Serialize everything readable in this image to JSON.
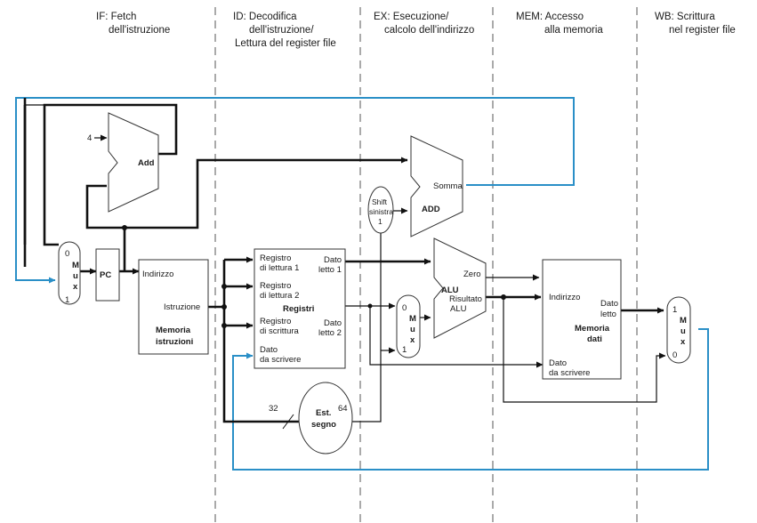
{
  "stages": {
    "if": {
      "line1": "IF: Fetch",
      "line2": "dell'istruzione",
      "line3": ""
    },
    "id": {
      "line1": "ID: Decodifica",
      "line2": "dell'istruzione/",
      "line3": "Lettura del register file"
    },
    "ex": {
      "line1": "EX: Esecuzione/",
      "line2": "calcolo dell'indirizzo",
      "line3": ""
    },
    "mem": {
      "line1": "MEM: Accesso",
      "line2": "alla memoria",
      "line3": ""
    },
    "wb": {
      "line1": "WB: Scrittura",
      "line2": "nel register file",
      "line3": ""
    }
  },
  "add_if": {
    "label": "Add",
    "const4": "4"
  },
  "mux_pc": {
    "top": "0",
    "m": "M",
    "u": "u",
    "x": "x",
    "bottom": "1"
  },
  "pc": {
    "label": "PC"
  },
  "instr_mem": {
    "addr": "Indirizzo",
    "instr": "Istruzione",
    "title1": "Memoria",
    "title2": "istruzioni"
  },
  "regs": {
    "rr1a": "Registro",
    "rr1b": "di lettura 1",
    "rr2a": "Registro",
    "rr2b": "di lettura 2",
    "wra": "Registro",
    "wrb": "di scrittura",
    "wda": "Dato",
    "wdb": "da scrivere",
    "d1a": "Dato",
    "d1b": "letto 1",
    "d2a": "Dato",
    "d2b": "letto 2",
    "title": "Registri"
  },
  "sign_ext": {
    "l1": "Est.",
    "l2": "segno",
    "in_bits": "32",
    "out_bits": "64"
  },
  "shift": {
    "l1": "Shift",
    "l2": "sinistra",
    "l3": "1"
  },
  "add_ex": {
    "label": "ADD",
    "sum": "Somma"
  },
  "mux_alu": {
    "top": "0",
    "m": "M",
    "u": "u",
    "x": "x",
    "bottom": "1"
  },
  "alu": {
    "label": "ALU",
    "zero": "Zero",
    "res1": "Risultato",
    "res2": "ALU"
  },
  "data_mem": {
    "addr": "Indirizzo",
    "wd1": "Dato",
    "wd2": "da scrivere",
    "rd1": "Dato",
    "rd2": "letto",
    "title1": "Memoria",
    "title2": "dati"
  },
  "mux_wb": {
    "top": "1",
    "m": "M",
    "u": "u",
    "x": "x",
    "bottom": "0"
  }
}
